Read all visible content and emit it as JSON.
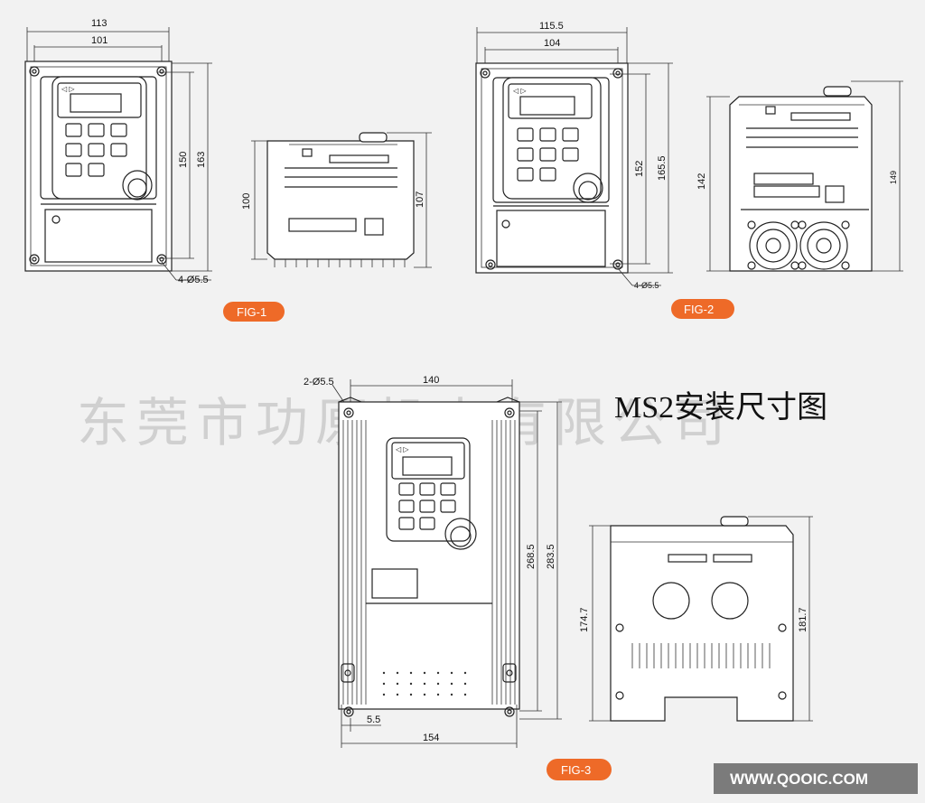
{
  "watermark": "东莞市功原机电有限公司",
  "title": "MS2安装尺寸图",
  "website": "WWW.QOOIC.COM",
  "accent_color": "#ee6a28",
  "fig1": {
    "label": "FIG-1",
    "width_outer": "113",
    "width_inner": "101",
    "height_inner": "150",
    "height_outer": "163",
    "hole": "4-Ø5.5",
    "side_height_left": "100",
    "side_height_right": "107"
  },
  "fig2": {
    "label": "FIG-2",
    "width_outer": "115.5",
    "width_inner": "104",
    "height_inner": "152",
    "height_outer": "165.5",
    "hole": "4-Ø5.5",
    "side_height_left": "142",
    "side_height_right": "149"
  },
  "fig3": {
    "label": "FIG-3",
    "hole": "2-Ø5.5",
    "width_top": "140",
    "height_inner": "268.5",
    "height_outer": "283.5",
    "offset": "5.5",
    "width_bottom": "154",
    "side_height_left": "174.7",
    "side_height_right": "181.7"
  }
}
